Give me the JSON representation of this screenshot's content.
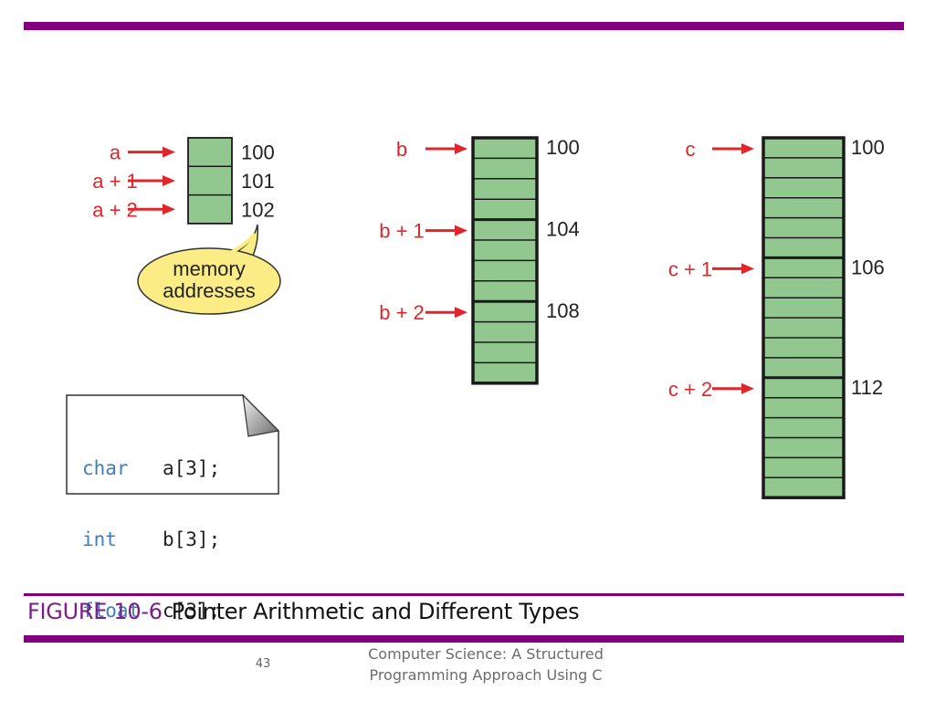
{
  "colors": {
    "accent_bar": "#800080",
    "caption_label": "#7a1f86",
    "cell_fill": "#92c88f",
    "arrow": "#e0262a",
    "callout_fill": "#fbec85",
    "code_keyword": "#3c7fbf"
  },
  "figure": {
    "label": "FIGURE 10-6",
    "title": "Pointer Arithmetic and Different Types"
  },
  "footer": {
    "page_number": "43",
    "line1": "Computer Science: A Structured",
    "line2": "Programming Approach Using C"
  },
  "callout": {
    "line1": "memory",
    "line2": "addresses"
  },
  "code": [
    {
      "keyword": "char",
      "decl": "a[3];"
    },
    {
      "keyword": "int",
      "decl": "b[3];"
    },
    {
      "keyword": "float",
      "decl": "c[3];"
    }
  ],
  "arrays": [
    {
      "name": "a",
      "bytes_per_element": 1,
      "elements": [
        {
          "pointer": "a",
          "address": "100"
        },
        {
          "pointer": "a + 1",
          "address": "101"
        },
        {
          "pointer": "a + 2",
          "address": "102"
        }
      ]
    },
    {
      "name": "b",
      "bytes_per_element": 4,
      "elements": [
        {
          "pointer": "b",
          "address": "100"
        },
        {
          "pointer": "b + 1",
          "address": "104"
        },
        {
          "pointer": "b + 2",
          "address": "108"
        }
      ]
    },
    {
      "name": "c",
      "bytes_per_element": 6,
      "elements": [
        {
          "pointer": "c",
          "address": "100"
        },
        {
          "pointer": "c + 1",
          "address": "106"
        },
        {
          "pointer": "c + 2",
          "address": "112"
        }
      ]
    }
  ]
}
